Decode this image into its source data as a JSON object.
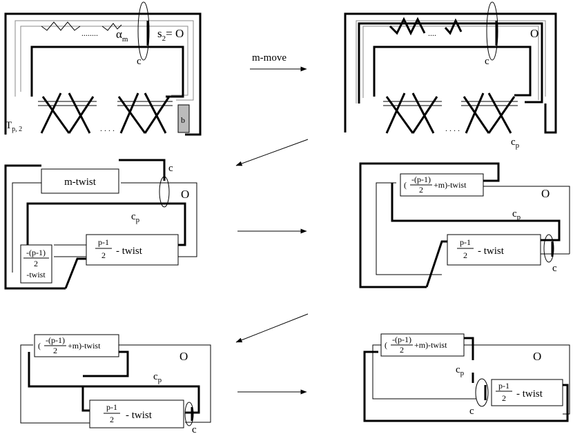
{
  "panel1": {
    "alpha": "α",
    "alpha_sub": "m",
    "s2_label": "s",
    "s2_sub": "2",
    "s2_eq": "= O",
    "c_label": "c",
    "dots_top": "........",
    "dots_bottom": ". . . .",
    "b_label": "b",
    "t_label": "T",
    "t_sub": "p, 2"
  },
  "arrow1": {
    "label": "m-move"
  },
  "panel2": {
    "o_label": "O",
    "c_label": "c",
    "dots_top": "....",
    "dots_bottom": ". . . .",
    "cp": "c",
    "cp_sub": "p"
  },
  "panel3": {
    "box_mtwist": "m-twist",
    "c_label": "c",
    "o_label": "O",
    "cp": "c",
    "cp_sub": "p",
    "box_left_num": "-(p-1)",
    "box_left_den": "2",
    "box_left_word": "-twist",
    "box_right_num": "p-1",
    "box_right_den": "2",
    "box_right_word": "- twist"
  },
  "panel4": {
    "box_top_open": "(",
    "box_top_num": "-(p-1)",
    "box_top_den": "2",
    "box_top_rest": "+m)-twist",
    "o_label": "O",
    "cp": "c",
    "cp_sub": "p",
    "box_bottom_num": "p-1",
    "box_bottom_den": "2",
    "box_bottom_word": "- twist",
    "c_label": "c"
  },
  "panel5": {
    "box_top_open": "(",
    "box_top_num": "-(p-1)",
    "box_top_den": "2",
    "box_top_rest": "+m)-twist",
    "o_label": "O",
    "cp": "c",
    "cp_sub": "p",
    "box_bottom_num": "p-1",
    "box_bottom_den": "2",
    "box_bottom_word": "- twist",
    "c_label": "c"
  },
  "panel6": {
    "box_top_open": "(",
    "box_top_num": "-(p-1)",
    "box_top_den": "2",
    "box_top_rest": "+m)-twist",
    "o_label": "O",
    "cp": "c",
    "cp_sub": "p",
    "box_bottom_num": "p-1",
    "box_bottom_den": "2",
    "box_bottom_word": "- twist",
    "c_label": "c"
  }
}
